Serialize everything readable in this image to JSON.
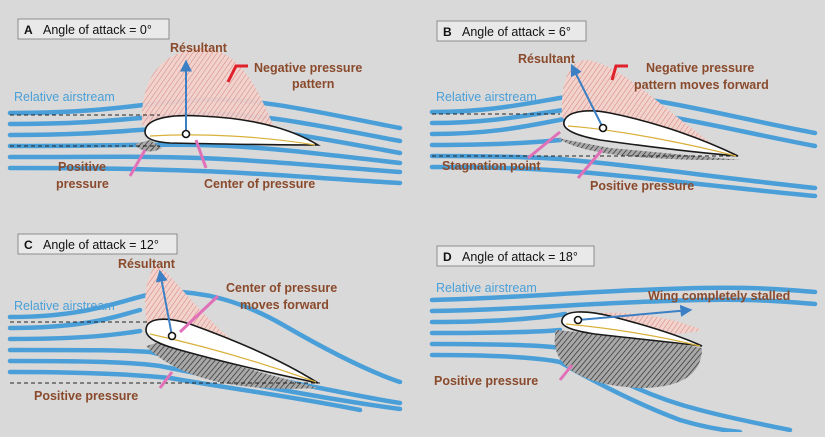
{
  "panels": [
    {
      "letter": "A",
      "title": "Angle of attack = 0°",
      "airstream": "Relative airstream",
      "labels": [
        "Résultant",
        "Negative pressure",
        "pattern",
        "Positive",
        "pressure",
        "Center of pressure"
      ]
    },
    {
      "letter": "B",
      "title": "Angle of attack = 6°",
      "airstream": "Relative airstream",
      "labels": [
        "Résultant",
        "Negative pressure",
        "pattern moves forward",
        "Stagnation point",
        "Positive pressure"
      ]
    },
    {
      "letter": "C",
      "title": "Angle of attack = 12°",
      "airstream": "Relative airstream",
      "labels": [
        "Résultant",
        "Center of pressure",
        "moves forward",
        "Positive pressure"
      ]
    },
    {
      "letter": "D",
      "title": "Angle of attack = 18°",
      "airstream": "Relative airstream",
      "labels": [
        "Wing completely stalled",
        "Positive pressure"
      ]
    }
  ],
  "colors": {
    "background": "#d9d9d9",
    "airstream": "#4a9fd8",
    "negative_pressure": "#e0a8a0",
    "positive_pressure": "#5a5a5a",
    "resultant_arrow": "#3b7fc4",
    "label_text": "#8a4a2c",
    "pointer_pink": "#e070b8",
    "pointer_red": "#e0202a"
  }
}
